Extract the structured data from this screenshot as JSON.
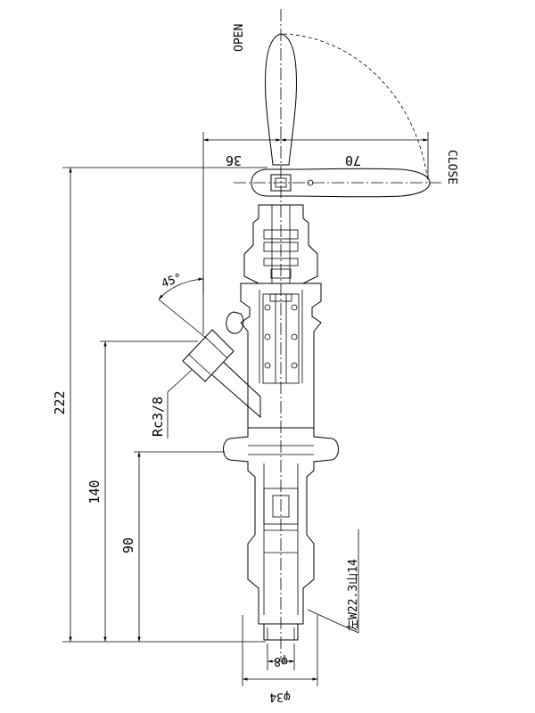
{
  "labels": {
    "open": "OPEN",
    "close": "CLOSE",
    "angle": "45°",
    "port": "Rc3/8",
    "thread": "左W22.3山14"
  },
  "dimensions": {
    "handle_left": "36",
    "handle_right": "70",
    "height_total": "222",
    "height_port": "140",
    "height_flange": "90",
    "dia_inner": "φ8",
    "dia_outer": "φ34"
  }
}
